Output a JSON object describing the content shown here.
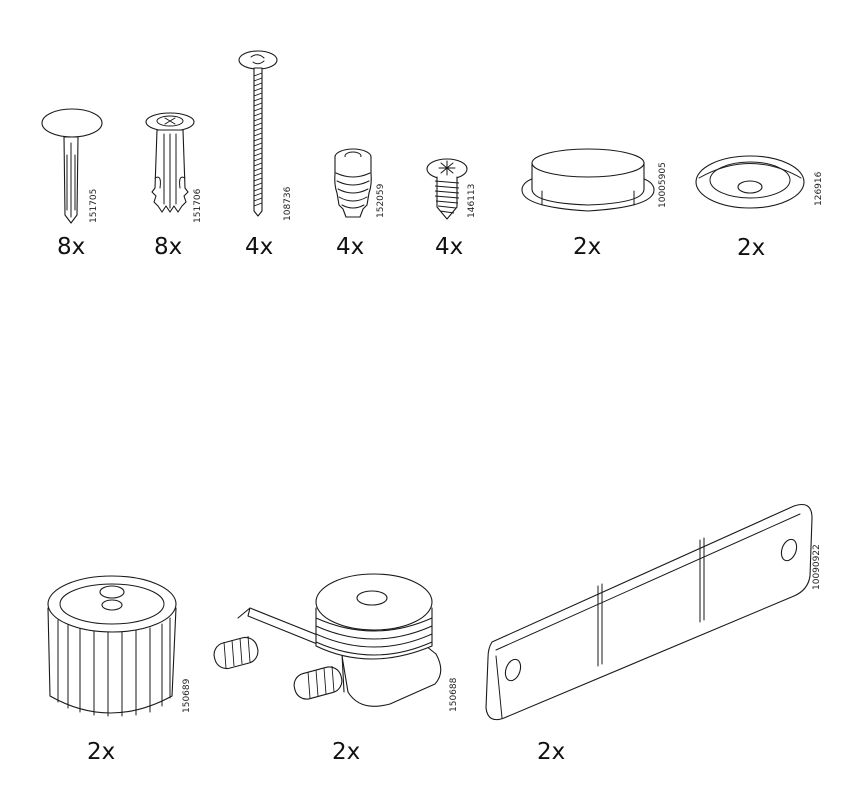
{
  "parts": [
    {
      "id": "151705",
      "qty": "8x"
    },
    {
      "id": "151706",
      "qty": "8x"
    },
    {
      "id": "108736",
      "qty": "4x"
    },
    {
      "id": "152059",
      "qty": "4x"
    },
    {
      "id": "146113",
      "qty": "4x"
    },
    {
      "id": "10005905",
      "qty": "2x"
    },
    {
      "id": "126916",
      "qty": "2x"
    },
    {
      "id": "150689",
      "qty": "2x"
    },
    {
      "id": "150688",
      "qty": "2x"
    },
    {
      "id": "10090922",
      "qty": "2x"
    }
  ]
}
